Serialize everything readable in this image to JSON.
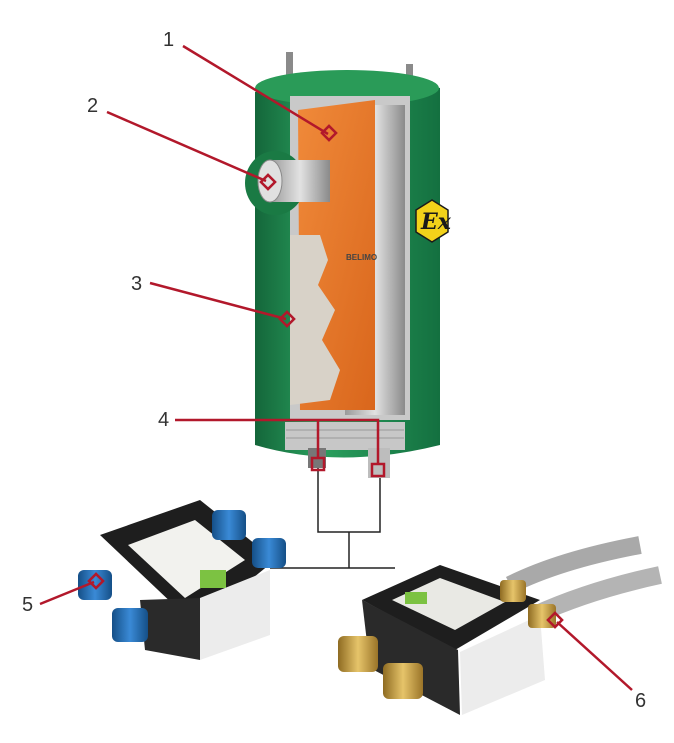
{
  "callouts": [
    {
      "number": "1",
      "target": "actuator"
    },
    {
      "number": "2",
      "target": "manual-override-shaft"
    },
    {
      "number": "3",
      "target": "terminal-compartment"
    },
    {
      "number": "4",
      "target": "cable-entries"
    },
    {
      "number": "5",
      "target": "plastic-junction-box"
    },
    {
      "number": "6",
      "target": "metal-conduit-junction-box"
    }
  ],
  "housing": {
    "ex_mark": "Ex",
    "brand": "BELIMO"
  },
  "colors": {
    "housing_green": "#1f8a4e",
    "actuator_orange": "#e8782a",
    "callout_red": "#b2182b",
    "box_black": "#222222",
    "gland_blue": "#1f6fb5",
    "gland_brass": "#c8a24a"
  }
}
